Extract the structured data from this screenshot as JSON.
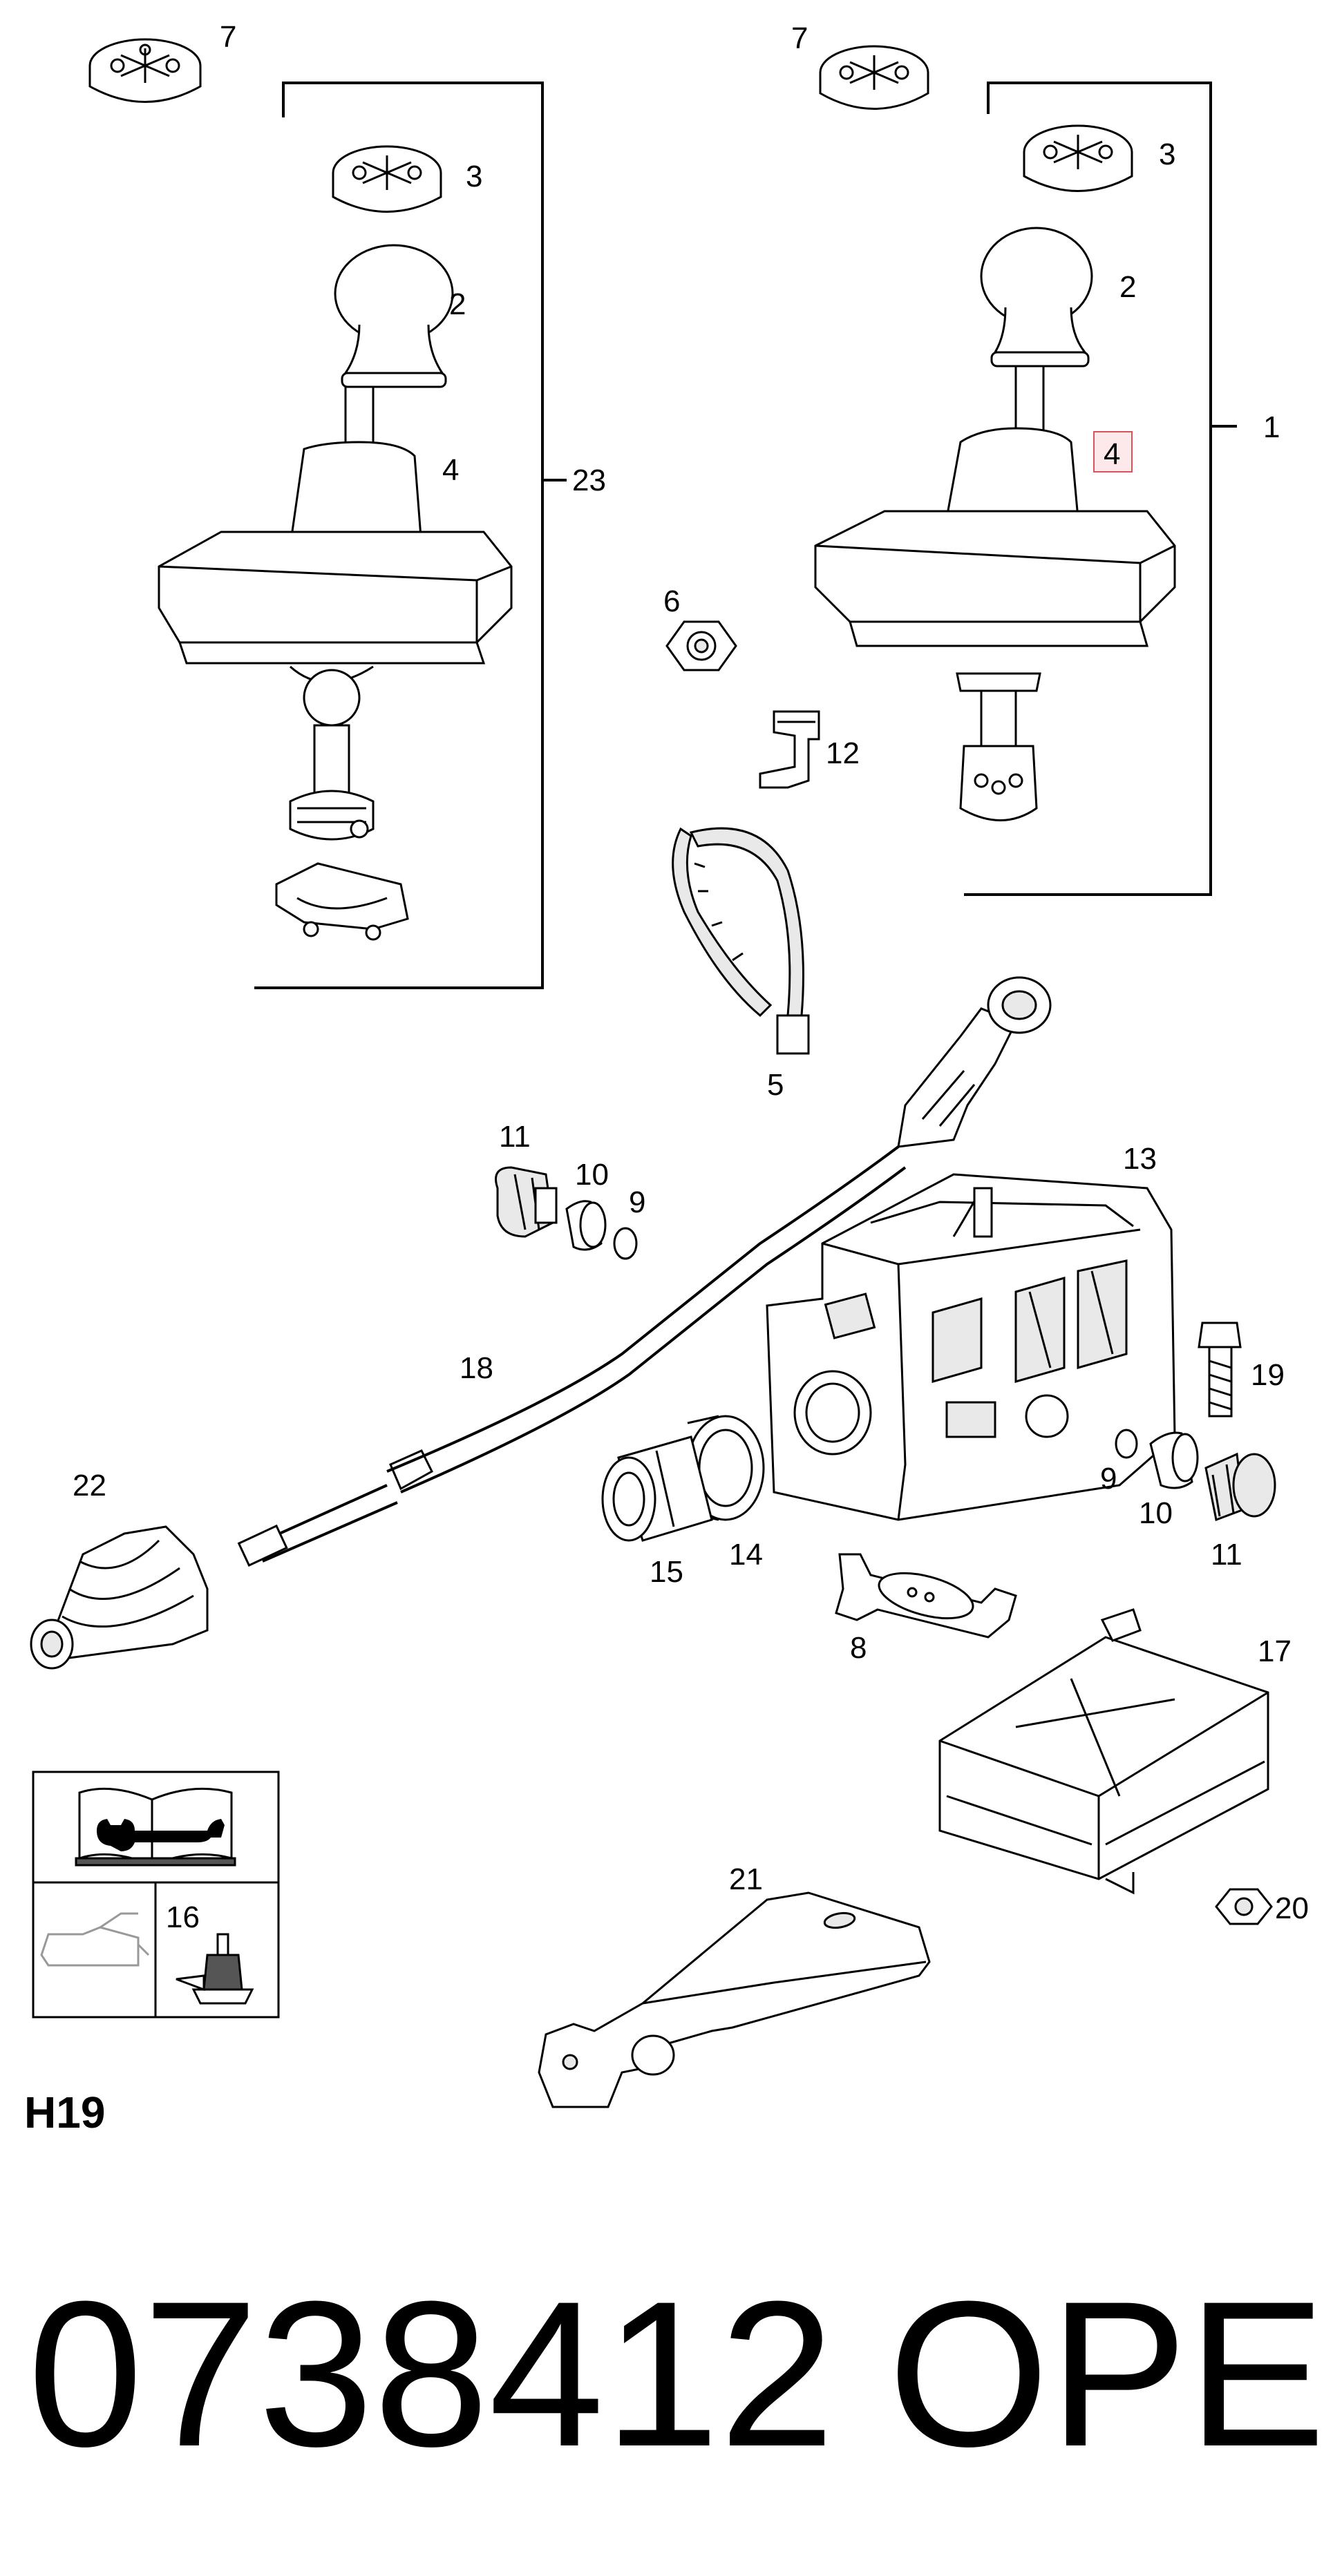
{
  "callouts": {
    "c1": "1",
    "c2a": "2",
    "c2b": "2",
    "c3a": "3",
    "c3b": "3",
    "c4a": "4",
    "c4b": "4",
    "c5": "5",
    "c6": "6",
    "c7a": "7",
    "c7b": "7",
    "c8": "8",
    "c9a": "9",
    "c9b": "9",
    "c10a": "10",
    "c10b": "10",
    "c11a": "11",
    "c11b": "11",
    "c12": "12",
    "c13": "13",
    "c14": "14",
    "c15": "15",
    "c16": "16",
    "c17": "17",
    "c18": "18",
    "c19": "19",
    "c20": "20",
    "c21": "21",
    "c22": "22",
    "c23": "23"
  },
  "group_code": "H19",
  "footer": {
    "part_number": "0738412",
    "brand": "OPEL"
  },
  "highlight_color": "#d9535d"
}
